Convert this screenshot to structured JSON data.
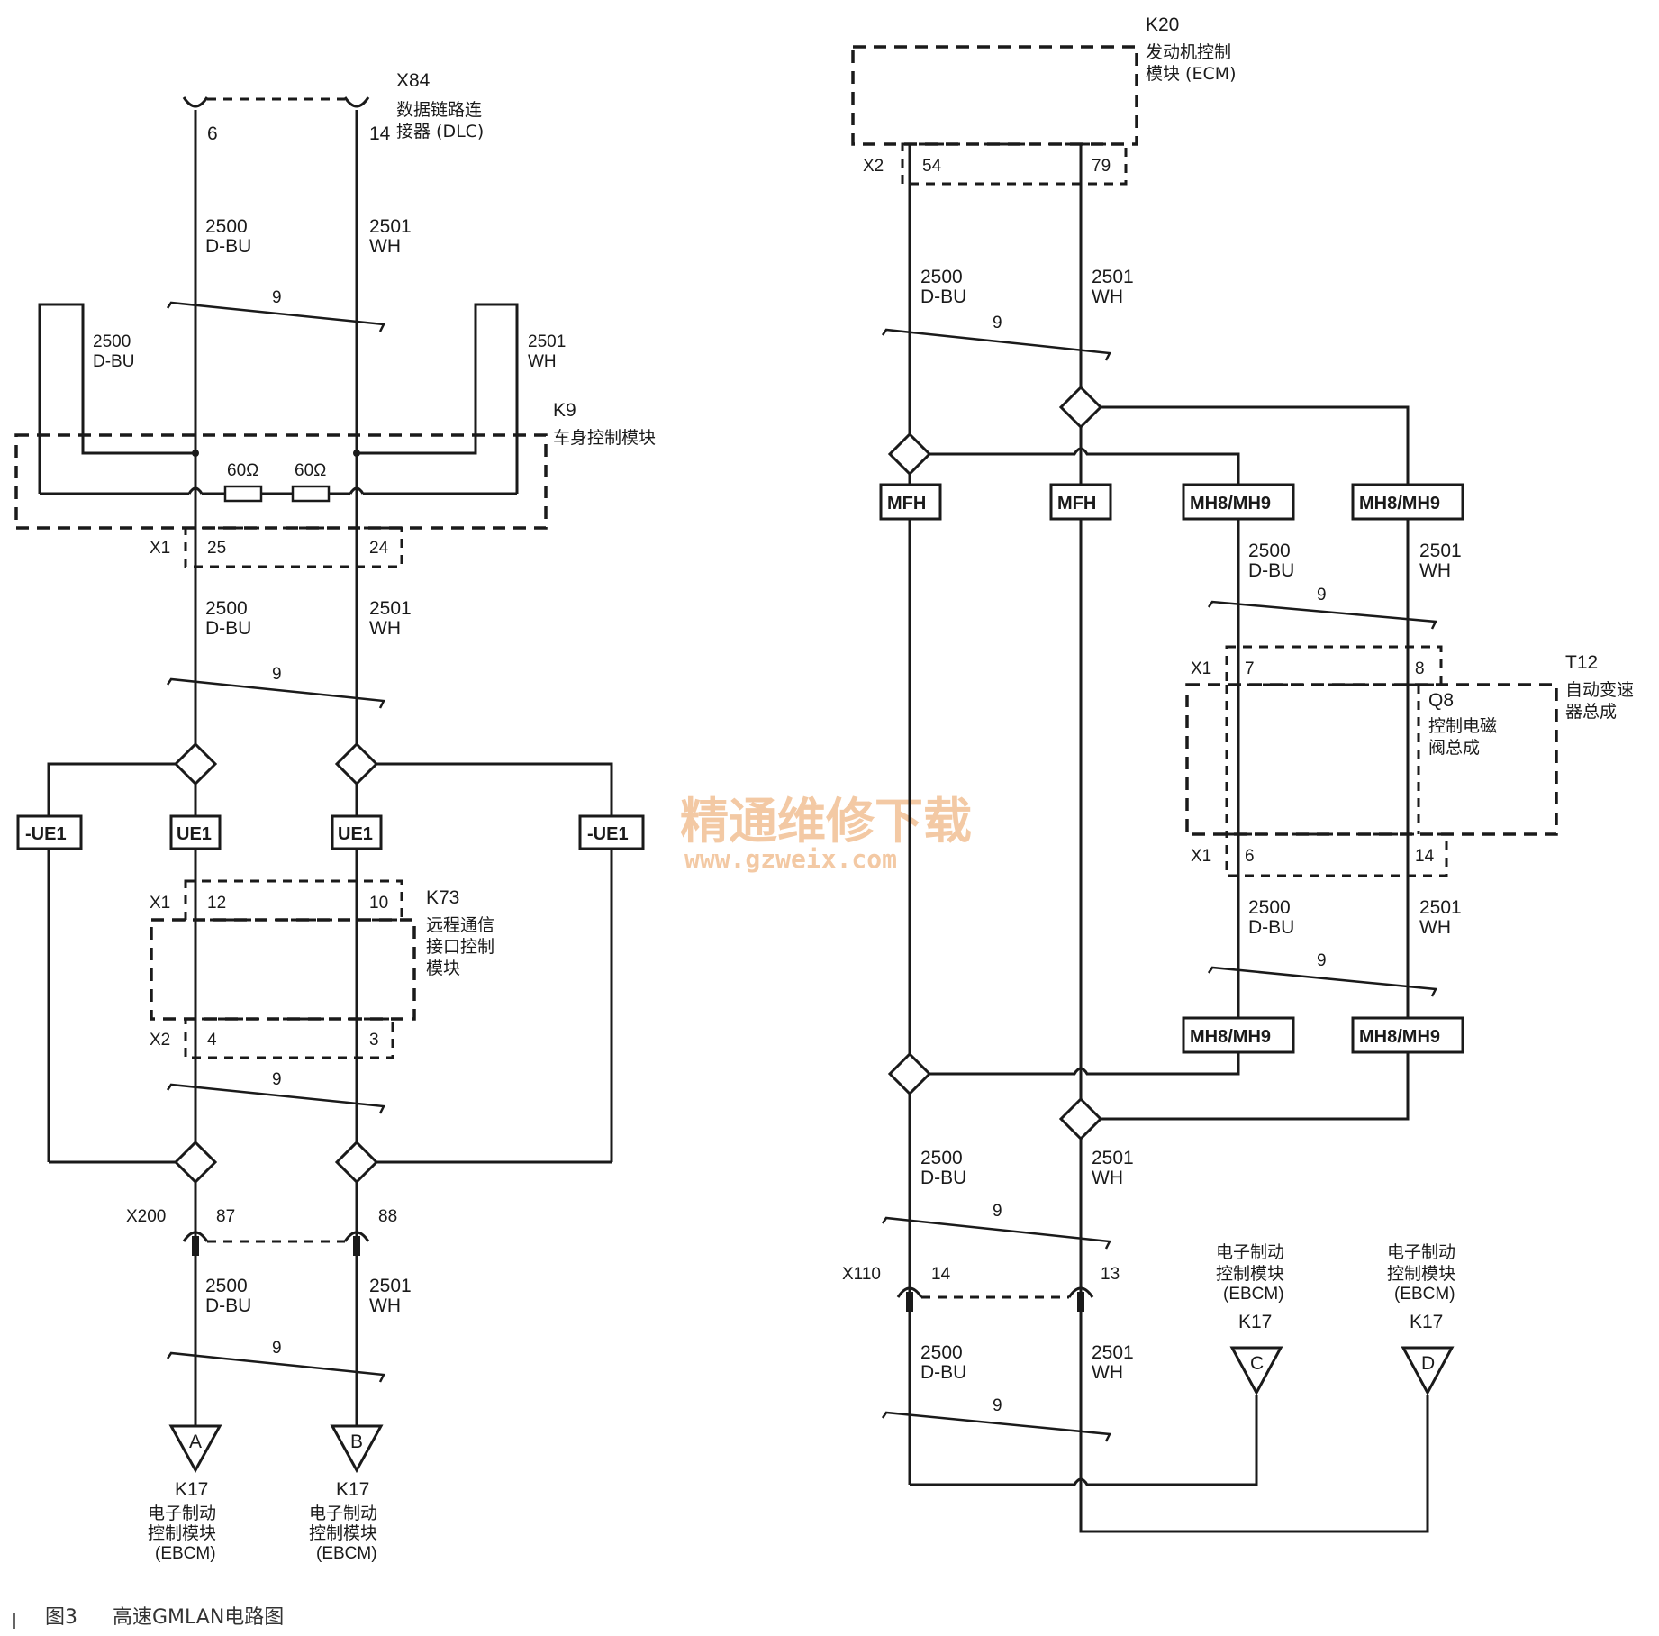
{
  "caption": {
    "figure": "图3",
    "title": "高速GMLAN电路图"
  },
  "watermark": {
    "line1": "精通维修下载",
    "line2": "www.gzweix.com"
  },
  "wires": {
    "blue": {
      "circuit": "2500",
      "color": "D-BU"
    },
    "white": {
      "circuit": "2501",
      "color": "WH"
    },
    "twist": "9"
  },
  "left": {
    "x84": {
      "id": "X84",
      "name1": "数据链路连",
      "name2": "接器 (DLC)",
      "pin_a": "6",
      "pin_b": "14"
    },
    "k9": {
      "id": "K9",
      "name": "车身控制模块",
      "res1": "60Ω",
      "res2": "60Ω",
      "conn": "X1",
      "pin_a": "25",
      "pin_b": "24"
    },
    "splices": {
      "neg_left": "-UE1",
      "ue1_left": "UE1",
      "ue1_right": "UE1",
      "neg_right": "-UE1"
    },
    "k73": {
      "id": "K73",
      "name1": "远程通信",
      "name2": "接口控制",
      "name3": "模块",
      "conn_top": "X1",
      "pin_top_a": "12",
      "pin_top_b": "10",
      "conn_bot": "X2",
      "pin_bot_a": "4",
      "pin_bot_b": "3"
    },
    "x200": {
      "id": "X200",
      "pin_a": "87",
      "pin_b": "88"
    },
    "term_a": {
      "letter": "A",
      "id": "K17",
      "name1": "电子制动",
      "name2": "控制模块",
      "abbr": "(EBCM)"
    },
    "term_b": {
      "letter": "B",
      "id": "K17",
      "name1": "电子制动",
      "name2": "控制模块",
      "abbr": "(EBCM)"
    }
  },
  "right": {
    "k20": {
      "id": "K20",
      "name1": "发动机控制",
      "name2": "模块 (ECM)",
      "conn": "X2",
      "pin_a": "54",
      "pin_b": "79"
    },
    "splices": {
      "mfh_a": "MFH",
      "mfh_b": "MFH",
      "mh_a": "MH8/MH9",
      "mh_b": "MH8/MH9",
      "mh_c": "MH8/MH9",
      "mh_d": "MH8/MH9"
    },
    "t12": {
      "id": "T12",
      "name1": "自动变速",
      "name2": "器总成",
      "q8": "Q8",
      "q8_name1": "控制电磁",
      "q8_name2": "阀总成",
      "conn_top": "X1",
      "pin_top_a": "7",
      "pin_top_b": "8",
      "conn_bot": "X1",
      "pin_bot_a": "6",
      "pin_bot_b": "14"
    },
    "x110": {
      "id": "X110",
      "pin_a": "14",
      "pin_b": "13"
    },
    "term_c": {
      "letter": "C",
      "id": "K17",
      "name1": "电子制动",
      "name2": "控制模块",
      "abbr": "(EBCM)"
    },
    "term_d": {
      "letter": "D",
      "id": "K17",
      "name1": "电子制动",
      "name2": "控制模块",
      "abbr": "(EBCM)"
    }
  }
}
